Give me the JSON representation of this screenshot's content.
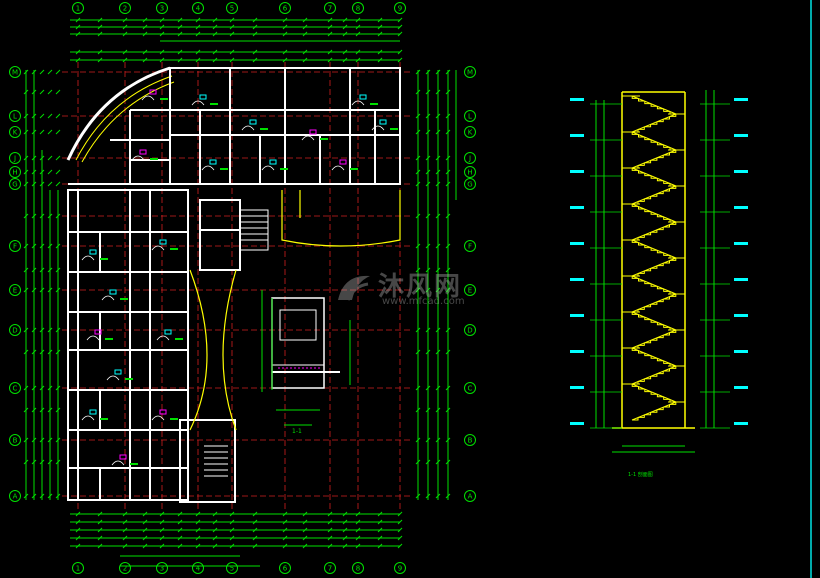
{
  "drawing": {
    "watermark": {
      "brand": "沐风网",
      "url": "www.mfcad.com"
    },
    "colors": {
      "background": "#000000",
      "walls": "#ffffff",
      "grid": "#ff3030",
      "dimensions": "#00ff00",
      "stairs": "#ffff00",
      "text": "#00ffff",
      "accent": "#ff00ff"
    },
    "axis_labels_top": [
      "1",
      "2",
      "3",
      "4",
      "5",
      "6",
      "7",
      "8",
      "9"
    ],
    "axis_labels_left": [
      "M",
      "L",
      "K",
      "J",
      "H",
      "G",
      "F",
      "E",
      "D",
      "C",
      "B",
      "A"
    ],
    "section_caption": "1-1",
    "stair_section_caption": "1-1 剖面图"
  }
}
